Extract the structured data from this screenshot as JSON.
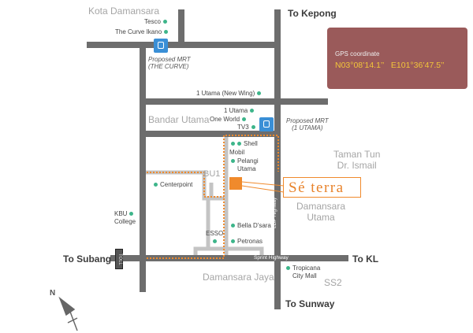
{
  "areas": {
    "kota_damansara": "Kota Damansara",
    "bandar_utama": "Bandar Utama",
    "taman_tun": "Taman Tun",
    "dr_ismail": "Dr. Ismail",
    "bu1": "BU1",
    "damansara_utama_1": "Damansara",
    "damansara_utama_2": "Utama",
    "damansara_jaya": "Damansara Jaya",
    "ss2": "SS2"
  },
  "directions": {
    "kepong": "To Kepong",
    "subang": "To Subang",
    "kl": "To KL",
    "sunway": "To Sunway"
  },
  "landmarks": {
    "tesco": "Tesco",
    "curve_ikano": "The Curve Ikano",
    "one_utama_new": "1 Utama (New Wing)",
    "one_utama": "1 Utama",
    "one_world": "One World",
    "tv3": "TV3",
    "shell": "Shell",
    "mobil": "Mobil",
    "pelangi_1": "Pelangi",
    "pelangi_2": "Utama",
    "centerpoint": "Centerpoint",
    "kbu_1": "KBU",
    "kbu_2": "College",
    "bella": "Bella D'sara",
    "esso": "ESSO",
    "petronas": "Petronas",
    "tropicana_1": "Tropicana",
    "tropicana_2": "City Mall"
  },
  "mrt": {
    "curve_1": "Proposed MRT",
    "curve_2": "(THE CURVE)",
    "utama_1": "Proposed MRT",
    "utama_2": "(1 UTAMA)"
  },
  "roads": {
    "ldp": "LDP Highway",
    "sprint": "Sprint Highway",
    "toll": "TOLL"
  },
  "gps": {
    "label": "GPS coordinate",
    "value": "N03°08’14.1’’  E101°36’47.5’’"
  },
  "project": {
    "name": "Sé terra"
  },
  "compass": {
    "north": "N"
  },
  "colors": {
    "road": "#6d6d6d",
    "minor_road": "#c4c4c4",
    "route": "#f08a2c",
    "poi": "#3db58a",
    "mrt": "#3a8fd6",
    "gps_bg": "#9a5a5a",
    "gps_text": "#f2c53a"
  }
}
